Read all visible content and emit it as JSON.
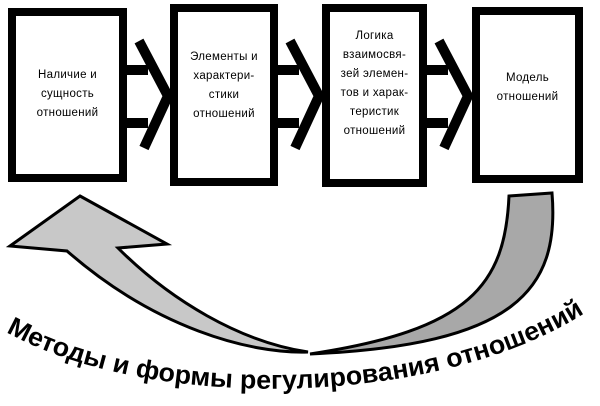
{
  "diagram": {
    "stages": [
      {
        "lines": [
          "Наличие и",
          "сущность",
          "отношений"
        ]
      },
      {
        "lines": [
          "Элементы и",
          "характери-",
          "стики",
          "отношений"
        ]
      },
      {
        "lines": [
          "Логика",
          "взаимосвя-",
          "зей элемен-",
          "тов и харак-",
          "теристик",
          "отношений"
        ]
      },
      {
        "lines": [
          "Модель",
          "отношений"
        ]
      }
    ],
    "feedback_label": "Методы и формы регулирования отношений",
    "icons": {
      "stage_connector": "thick-right-arrow",
      "feedback_arrow": "curved-up-left-arrow"
    },
    "colors": {
      "outline": "#000000",
      "feedback_light": "#c8c8c8",
      "feedback_dark": "#a8a8a8",
      "background": "#ffffff"
    }
  }
}
